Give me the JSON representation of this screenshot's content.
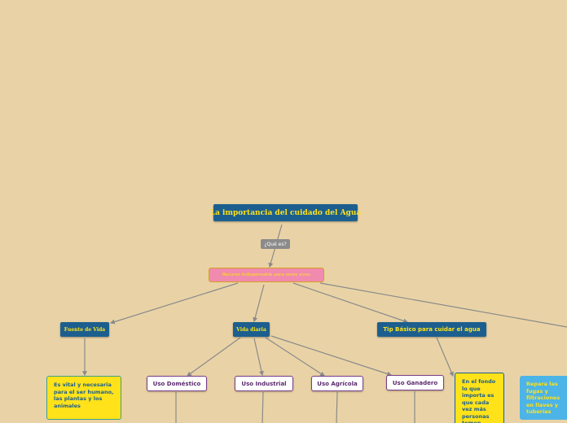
{
  "map": {
    "root": "La importancia del cuidado del Agua",
    "link_label": "¿Qué es?",
    "recurso": "Recurso Indispensable para seres vivos",
    "fuente": "Fuente de Vida",
    "vida_diaria": "Vida diaria",
    "tip": "Tip Básico para cuidar el agua",
    "vital": "Es vital y necesaria para el ser humano, las plantas y los animales",
    "uso_domestico": "Uso Doméstico",
    "uso_industrial": "Uso Industrial",
    "uso_agricola": "Uso Agrícola",
    "uso_ganadero": "Uso Ganadero",
    "en_el_fondo": "En el fondo lo que importa es que cada vez más personas tomen",
    "repara": "Repara las fugas y filtraciones en llaves y tuberías"
  },
  "colors": {
    "background": "#e9d3a6",
    "dark_blue": "#1c5f8f",
    "yellow": "#ffe21a",
    "pink": "#f08aae",
    "cyan": "#4cb4e6",
    "purple": "#5b2a6e",
    "connector": "#8a8a8a"
  }
}
